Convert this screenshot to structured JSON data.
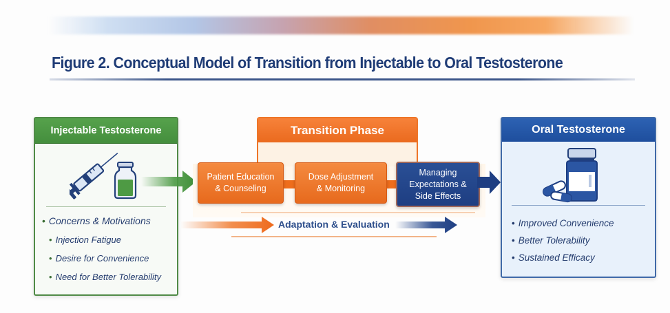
{
  "figure": {
    "title": "Figure 2. Conceptual Model of Transition from Injectable to Oral Testosterone",
    "accent_colors": {
      "green": "#4f8a46",
      "orange": "#ee7528",
      "navy": "#1f3c76",
      "blue": "#2d62b3"
    }
  },
  "injectable": {
    "header": "Injectable Testosterone",
    "icons": [
      "syringe-icon",
      "vial-icon"
    ],
    "items": [
      {
        "text": "Concerns & Motivations",
        "level": 1
      },
      {
        "text": "Injection Fatigue",
        "level": 2
      },
      {
        "text": "Desire for Convenience",
        "level": 2
      },
      {
        "text": "Need for Better Tolerability",
        "level": 2
      }
    ]
  },
  "transition": {
    "header": "Transition Phase",
    "steps": [
      {
        "line1": "Patient Education",
        "line2": "& Counseling"
      },
      {
        "line1": "Dose Adjustment",
        "line2": "& Monitoring"
      },
      {
        "line1": "Managing",
        "line2": "Expectations &",
        "line3": "Side Effects"
      }
    ],
    "feedback_label": "Adaptation & Evaluation"
  },
  "oral": {
    "header": "Oral Testosterone",
    "icons": [
      "pill-bottle-icon",
      "capsule-icon"
    ],
    "items": [
      {
        "text": "Improved Convenience"
      },
      {
        "text": "Better Tolerability"
      },
      {
        "text": "Sustained Efficacy"
      }
    ]
  }
}
